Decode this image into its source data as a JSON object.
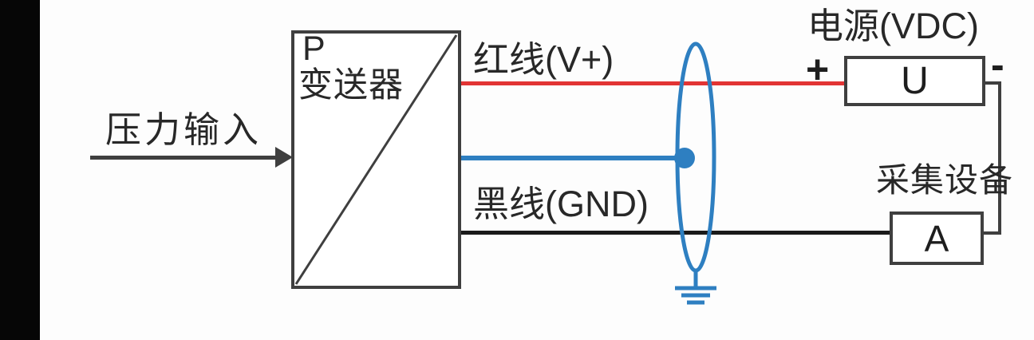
{
  "diagram": {
    "title_semantic": "pressure-transmitter-wiring-diagram",
    "pressure_input_label": "压力输入",
    "transmitter": {
      "symbol": "P",
      "name": "变送器"
    },
    "wires": {
      "red_label": "红线(V+)",
      "black_label": "黑线(GND)"
    },
    "shield": {
      "type": "cable-shield-ellipse",
      "grounded": true
    },
    "power_supply": {
      "label": "电源(VDC)",
      "symbol": "U",
      "plus": "+",
      "minus": "-"
    },
    "acquisition_device": {
      "label": "采集设备",
      "symbol": "A"
    }
  },
  "colors": {
    "red_wire": "#e23434",
    "blue_shield": "#2e7fc1",
    "black_wire": "#1a1a1a",
    "line_dark": "#3f3f3f",
    "sidebar_black": "#060606"
  }
}
